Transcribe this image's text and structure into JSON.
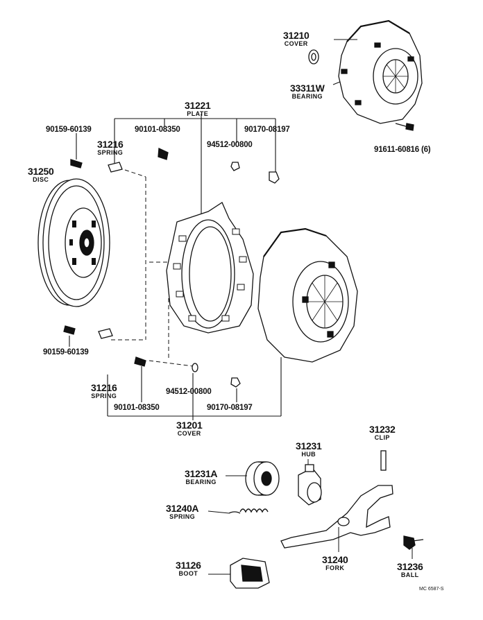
{
  "parts": {
    "p31210": {
      "number": "31210",
      "name": "COVER"
    },
    "p33311w": {
      "number": "33311W",
      "name": "BEARING"
    },
    "p91611": {
      "number": "91611-60816 (6)"
    },
    "p31221": {
      "number": "31221",
      "name": "PLATE"
    },
    "p90159_top": {
      "number": "90159-60139"
    },
    "p90101_top": {
      "number": "90101-08350"
    },
    "p90170_top": {
      "number": "90170-08197"
    },
    "p94512_top": {
      "number": "94512-00800"
    },
    "p31216_top": {
      "number": "31216",
      "name": "SPRING"
    },
    "p31250": {
      "number": "31250",
      "name": "DISC"
    },
    "p90159_bot": {
      "number": "90159-60139"
    },
    "p31216_bot": {
      "number": "31216",
      "name": "SPRING"
    },
    "p90101_bot": {
      "number": "90101-08350"
    },
    "p94512_bot": {
      "number": "94512-00800"
    },
    "p90170_bot": {
      "number": "90170-08197"
    },
    "p31201": {
      "number": "31201",
      "name": "COVER"
    },
    "p31232": {
      "number": "31232",
      "name": "CLIP"
    },
    "p31231": {
      "number": "31231",
      "name": "HUB"
    },
    "p31231a": {
      "number": "31231A",
      "name": "BEARING"
    },
    "p31240a": {
      "number": "31240A",
      "name": "SPRING"
    },
    "p31240": {
      "number": "31240",
      "name": "FORK"
    },
    "p31126": {
      "number": "31126",
      "name": "BOOT"
    },
    "p31236": {
      "number": "31236",
      "name": "BALL"
    }
  },
  "figure_code": "MC 6587-S"
}
